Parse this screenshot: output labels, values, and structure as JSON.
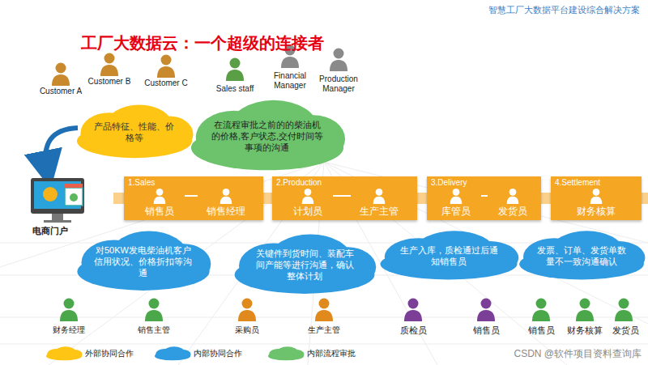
{
  "diagram": {
    "title": "工厂大数据云：一个超级的连接者",
    "nodes": [
      {
        "text": [
          "产品特征、性能、价格等"
        ]
      },
      {
        "text": [
          "在流程审批之前的的柴油机的价格,客户状态,交付时间等事项的沟通"
        ]
      },
      {
        "text": [
          "1.Sales"
        ]
      },
      {
        "text": [
          "销售员"
        ],
        "in": 2
      },
      {
        "text": [
          "销售经理"
        ],
        "in": 2
      },
      {
        "text": [
          "2.Production"
        ]
      },
      {
        "text": [
          "计划员"
        ],
        "in": 5
      },
      {
        "text": [
          "生产主管"
        ],
        "in": 5
      },
      {
        "text": [
          "3.Delivery"
        ]
      },
      {
        "text": [
          "库管员"
        ],
        "in": 8
      },
      {
        "text": [
          "发货员"
        ],
        "in": 8
      },
      {
        "text": [
          "4.Settlement"
        ]
      },
      {
        "text": [
          "财务核算"
        ],
        "in": 11
      },
      {
        "text": [
          "对50KW发电柴油机客户信用状况、价格折扣等沟通"
        ]
      },
      {
        "text": [
          "关键件到货时间、装配车间产能等进行沟通，确认整体计划"
        ]
      },
      {
        "text": [
          "生产入库，质检通过后通知销售员"
        ]
      },
      {
        "text": [
          "发票、订单、发货单数量不一致沟通确认"
        ]
      }
    ],
    "edges": [
      {
        "from": 3,
        "to": 4,
        "arrow": "none"
      },
      {
        "from": 6,
        "to": 7,
        "arrow": "none"
      },
      {
        "from": 9,
        "to": 10,
        "arrow": "none"
      }
    ],
    "labels": [
      "智慧工厂大数据平台建设综合解决方案",
      "Customer A",
      "Customer B",
      "Customer C",
      "Sales staff",
      "Financial Manager",
      "Production Manager",
      "电商门户",
      "财务经理",
      "销售主管",
      "采购员",
      "生产主管",
      "质检员",
      "销售员",
      "销售员",
      "财务核算",
      "发货员",
      "CSDN @软件项目资料查询库"
    ],
    "legend": [
      {
        "text": "外部协同合作",
        "color": "#ffc514"
      },
      {
        "text": "内部协同合作",
        "color": "#2f9be0"
      },
      {
        "text": "内部流程审批",
        "color": "#6cc36c"
      }
    ]
  }
}
